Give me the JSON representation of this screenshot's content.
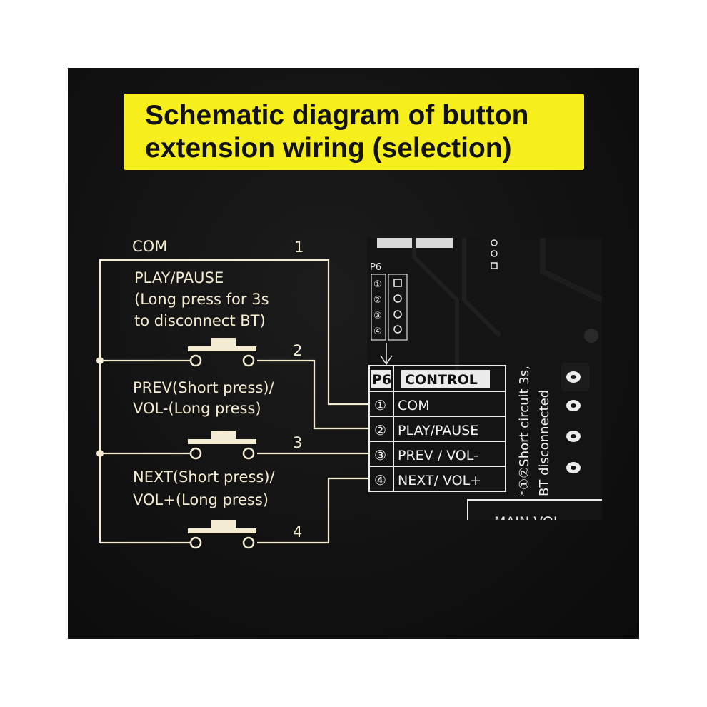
{
  "title": {
    "line1": "Schematic diagram of button",
    "line2": "extension wiring (selection)"
  },
  "schematic": {
    "com_label": "COM",
    "pins": [
      "1",
      "2",
      "3",
      "4"
    ],
    "play_label": [
      "PLAY/PAUSE",
      "(Long press for 3s",
      "to disconnect BT)"
    ],
    "prev_label": [
      "PREV(Short press)/",
      "VOL-(Long press)"
    ],
    "next_label": [
      "NEXT(Short press)/",
      "VOL+(Long press)"
    ]
  },
  "pcb": {
    "silk_header": "P6",
    "silk_pins": [
      "①",
      "②",
      "③",
      "④"
    ],
    "table_port": "P6",
    "table_title": "CONTROL",
    "rows": [
      {
        "num": "①",
        "label": "COM"
      },
      {
        "num": "②",
        "label": "PLAY/PAUSE"
      },
      {
        "num": "③",
        "label": "PREV / VOL-"
      },
      {
        "num": "④",
        "label": "NEXT/ VOL+"
      }
    ],
    "note_line1": "*①②Short circuit 3s,",
    "note_line2": "BT disconnected",
    "bottom_label": "MAIN  VOL"
  },
  "colors": {
    "wire": "#f4ecd2",
    "title_bg": "#f7ef1c",
    "pcb_bg": "#121212"
  }
}
